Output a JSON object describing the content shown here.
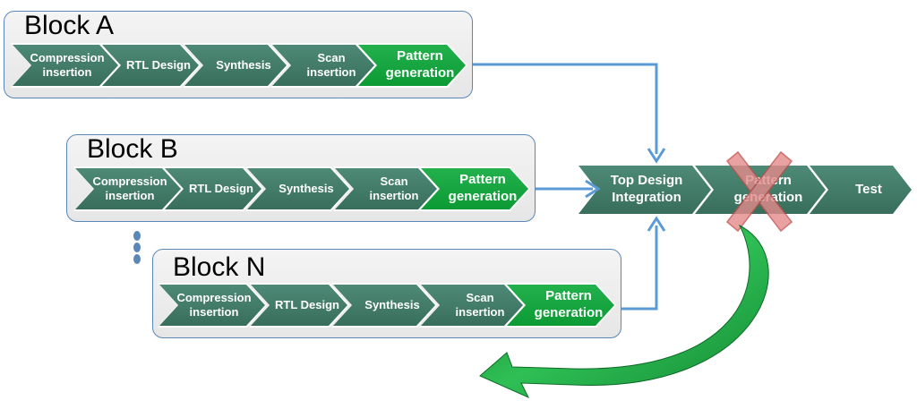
{
  "blocks": [
    {
      "title": "Block A",
      "steps": [
        "Compression\ninsertion",
        "RTL Design",
        "Synthesis",
        "Scan\ninsertion",
        "Pattern\ngeneration"
      ]
    },
    {
      "title": "Block B",
      "steps": [
        "Compression\ninsertion",
        "RTL Design",
        "Synthesis",
        "Scan\ninsertion",
        "Pattern\ngeneration"
      ]
    },
    {
      "title": "Block N",
      "steps": [
        "Compression\ninsertion",
        "RTL Design",
        "Synthesis",
        "Scan\ninsertion",
        "Pattern\ngeneration"
      ]
    }
  ],
  "top_flow": {
    "steps": [
      "Top Design\nIntegration",
      "Pattern\ngeneration",
      "Test"
    ]
  },
  "colors": {
    "step_dark": "#3f7c68",
    "step_green": "#16a540",
    "connector": "#5b9bd5",
    "panel_border": "#5b86b8",
    "cross": "#e07070",
    "return_arrow": "#1b9e3e"
  }
}
